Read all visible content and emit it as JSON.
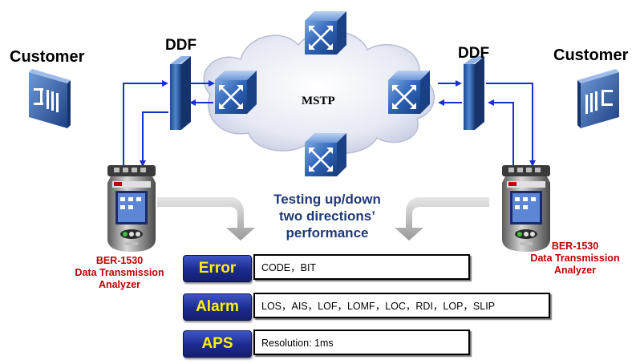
{
  "labels": {
    "customer_left": "Customer",
    "customer_right": "Customer",
    "ddf_left": "DDF",
    "ddf_right": "DDF",
    "cloud": "MSTP",
    "testing_line1": "Testing up/down",
    "testing_line2": "two directions’",
    "testing_line3": "performance"
  },
  "analyzer_left": {
    "line1": "BER-1530",
    "line2": "Data Transmission",
    "line3": "Analyzer"
  },
  "analyzer_right": {
    "line1": "BER-1530",
    "line2": "Data Transmission",
    "line3": "Analyzer"
  },
  "tests": [
    {
      "tag": "Error",
      "detail": "CODE，BIT"
    },
    {
      "tag": "Alarm",
      "detail": "LOS，AIS，LOF，LOMF，LOC，RDI，LOP，SLIP"
    },
    {
      "tag": "APS",
      "detail": "Resolution: 1ms"
    }
  ],
  "colors": {
    "link": "#1530d0",
    "tag_text": "#fff200",
    "tag_bg": "#1c2a8f",
    "analyzer_label": "#c00000",
    "testing_text": "#1f3a7a",
    "cloud": "#dfe3f0",
    "device": "#2b5fb0"
  },
  "icons": [
    "customer-equipment-icon",
    "ddf-rack-icon",
    "optical-switch-icon",
    "cloud-icon",
    "tester-device-icon",
    "curved-arrow-icon"
  ]
}
